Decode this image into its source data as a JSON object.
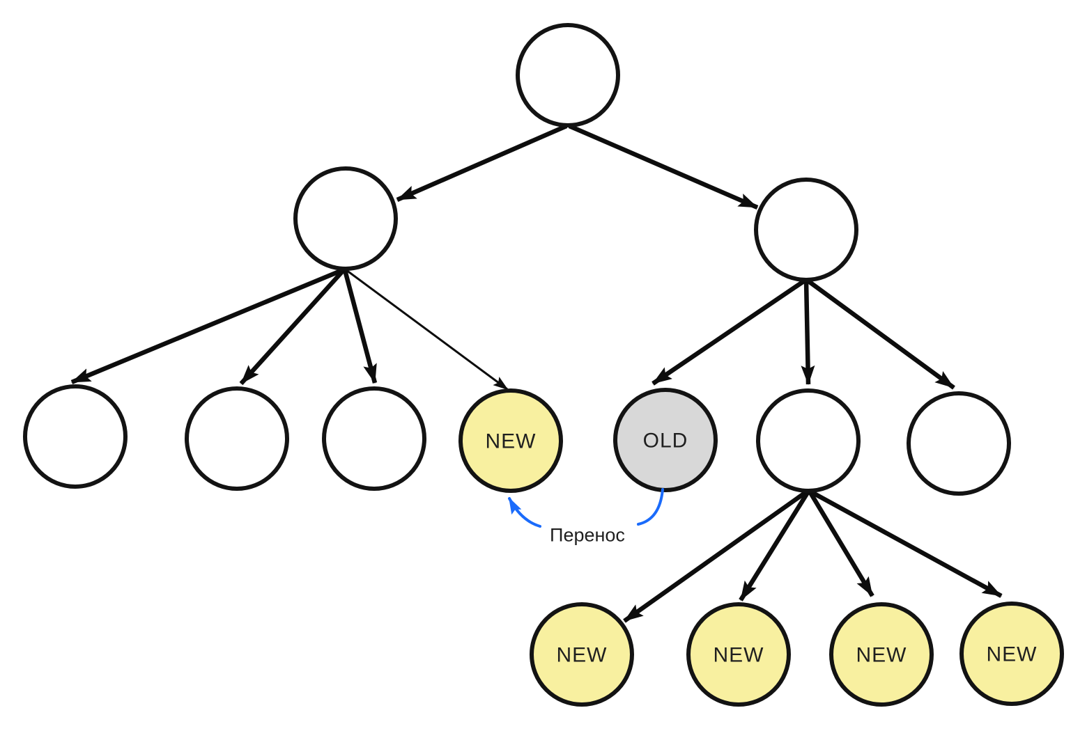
{
  "colors": {
    "background": "#ffffff",
    "node_stroke": "#131313",
    "node_fill_default": "#ffffff",
    "node_fill_new": "#f8f0a0",
    "node_fill_old": "#d8d8d8",
    "edge_color": "#0d0d0d",
    "transfer_arrow_color": "#1a6bfb",
    "text_color": "#1f1f1f"
  },
  "diagram": {
    "type": "tree",
    "nodes": [
      {
        "id": "root",
        "level": 1,
        "kind": "default",
        "label": ""
      },
      {
        "id": "l2-left",
        "level": 2,
        "kind": "default",
        "label": ""
      },
      {
        "id": "l2-right",
        "level": 2,
        "kind": "default",
        "label": ""
      },
      {
        "id": "l3-a",
        "level": 3,
        "kind": "default",
        "label": ""
      },
      {
        "id": "l3-b",
        "level": 3,
        "kind": "default",
        "label": ""
      },
      {
        "id": "l3-c",
        "level": 3,
        "kind": "default",
        "label": ""
      },
      {
        "id": "l3-new",
        "level": 3,
        "kind": "new",
        "label": "NEW"
      },
      {
        "id": "l3-old",
        "level": 3,
        "kind": "old",
        "label": "OLD"
      },
      {
        "id": "l3-mid",
        "level": 3,
        "kind": "default",
        "label": ""
      },
      {
        "id": "l3-right",
        "level": 3,
        "kind": "default",
        "label": ""
      },
      {
        "id": "l4-new1",
        "level": 4,
        "kind": "new",
        "label": "NEW"
      },
      {
        "id": "l4-new2",
        "level": 4,
        "kind": "new",
        "label": "NEW"
      },
      {
        "id": "l4-new3",
        "level": 4,
        "kind": "new",
        "label": "NEW"
      },
      {
        "id": "l4-new4",
        "level": 4,
        "kind": "new",
        "label": "NEW"
      }
    ],
    "edges": [
      {
        "from": "root",
        "to": "l2-left",
        "weight": "thick"
      },
      {
        "from": "root",
        "to": "l2-right",
        "weight": "thick"
      },
      {
        "from": "l2-left",
        "to": "l3-a",
        "weight": "thick"
      },
      {
        "from": "l2-left",
        "to": "l3-b",
        "weight": "thick"
      },
      {
        "from": "l2-left",
        "to": "l3-c",
        "weight": "thick"
      },
      {
        "from": "l2-left",
        "to": "l3-new",
        "weight": "thin"
      },
      {
        "from": "l2-right",
        "to": "l3-old",
        "weight": "thick"
      },
      {
        "from": "l2-right",
        "to": "l3-mid",
        "weight": "thick"
      },
      {
        "from": "l2-right",
        "to": "l3-right",
        "weight": "thick"
      },
      {
        "from": "l3-mid",
        "to": "l4-new1",
        "weight": "thick"
      },
      {
        "from": "l3-mid",
        "to": "l4-new2",
        "weight": "thick"
      },
      {
        "from": "l3-mid",
        "to": "l4-new3",
        "weight": "thick"
      },
      {
        "from": "l3-mid",
        "to": "l4-new4",
        "weight": "thick"
      }
    ],
    "annotation": {
      "label": "Перенос",
      "from": "l3-old",
      "to": "l3-new"
    }
  }
}
